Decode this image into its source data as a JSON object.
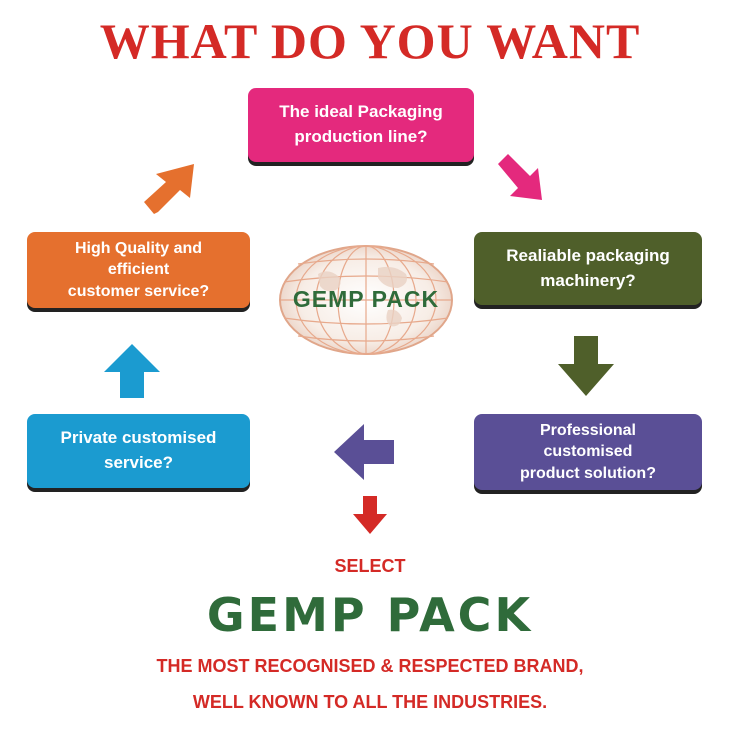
{
  "title": "WHAT DO YOU WANT",
  "boxes": {
    "top": {
      "line1": "The ideal Packaging",
      "line2": "production line?",
      "color": "#e4297d"
    },
    "right_top": {
      "line1": "Realiable packaging",
      "line2": "machinery?",
      "color": "#4f5f2a"
    },
    "right_bottom": {
      "line1": "Professional",
      "line2": "customised",
      "line3": "product solution?",
      "color": "#5a4f96"
    },
    "left_bottom": {
      "line1": "Private customised",
      "line2": "service?",
      "color": "#1b9bd0"
    },
    "left_top": {
      "line1": "High Quality and",
      "line2": "efficient",
      "line3": "customer service?",
      "color": "#e5702e"
    }
  },
  "center_logo": {
    "text": "GEMP PACK"
  },
  "select_label": "SELECT",
  "brand": "GEMP PACK",
  "tagline": {
    "line1": "THE MOST RECOGNISED & RESPECTED BRAND,",
    "line2": "WELL KNOWN TO ALL THE INDUSTRIES."
  },
  "icons": {
    "arrow_top_right": "arrow-down-right-icon",
    "arrow_right": "arrow-down-icon",
    "arrow_bottom": "arrow-left-icon",
    "arrow_left": "arrow-up-icon",
    "arrow_top_left": "arrow-up-right-icon",
    "arrow_select": "arrow-down-icon",
    "globe": "globe-icon"
  },
  "colors": {
    "red": "#d42a26",
    "green": "#2f6b3a",
    "pink": "#e4297d",
    "olive": "#4f5f2a",
    "purple": "#5a4f96",
    "blue": "#1b9bd0",
    "orange": "#e5702e"
  }
}
